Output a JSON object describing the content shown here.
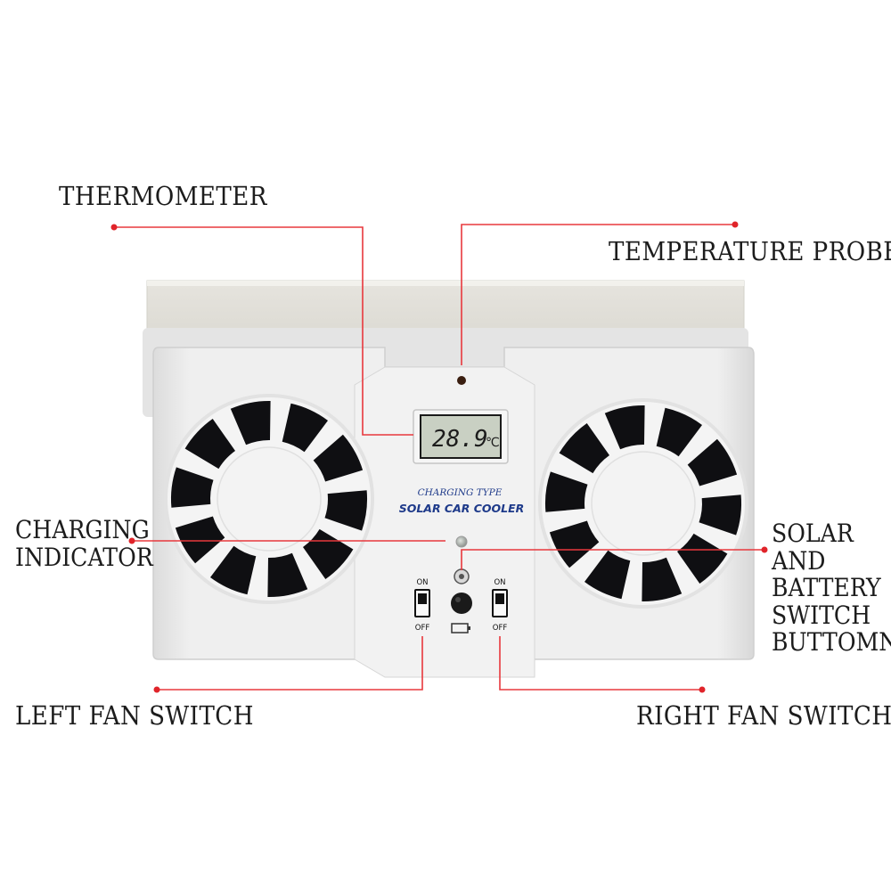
{
  "callouts": {
    "thermometer": "THERMOMETER",
    "temperature_probe": "TEMPERATURE PROBE",
    "charging_indicator": [
      "CHARGING",
      "INDICATOR"
    ],
    "solar_battery_switch": [
      "SOLAR",
      "AND",
      "BATTERY",
      "SWITCH",
      "BUTTOMN"
    ],
    "left_fan_switch": "LEFT FAN SWITCH",
    "right_fan_switch": "RIGHT FAN SWITCH"
  },
  "device": {
    "lcd_reading": "28.9",
    "lcd_unit": "℃",
    "label_top": "CHARGING TYPE",
    "label_bottom": "SOLAR CAR COOLER",
    "switch_on": "ON",
    "switch_off": "OFF"
  },
  "colors": {
    "leader_line": "#e8383d",
    "dot": "#e0242a",
    "housing": "#eeeeee",
    "panel": "#e8e8e6",
    "fan_blade": "#0f0f12",
    "lcd": "#c9d0c3"
  }
}
